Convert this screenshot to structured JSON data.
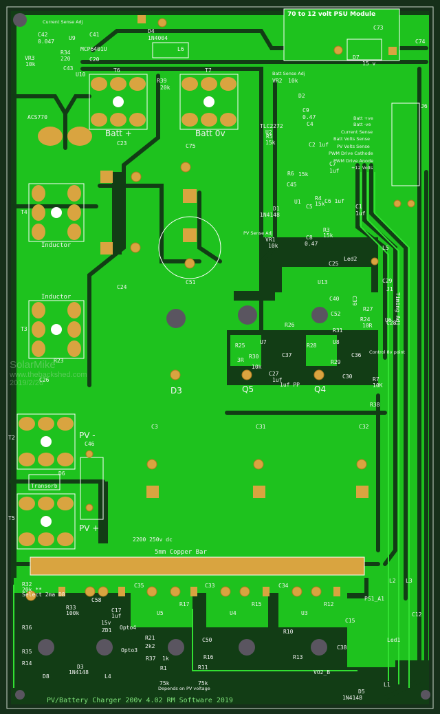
{
  "title": "PV/Battery Charger 200v 4.02 RM Software 2019",
  "psu_module": "70 to 12 volt PSU Module",
  "watermark": [
    "SolarMike",
    "www.thebackshed.com",
    "2019/2/26"
  ],
  "colors": {
    "board": "#1ec21e",
    "dark_copper": "#123d15",
    "pad": "#d9a440",
    "silkscreen": "#ffffff",
    "outside": "#16301a"
  },
  "labels": [
    "Current Sense Adj",
    "C42",
    "0.047",
    "U9",
    "C41",
    "MCP6401U",
    "VR3",
    "10k",
    "R34",
    "220",
    "C20",
    "C43",
    "U10",
    "ACS770",
    "T6",
    "Batt +",
    "C23",
    "D4",
    "1N4004",
    "L6",
    "R39",
    "20k",
    "T7",
    "Batt 0v",
    "C75",
    "C73",
    "D7",
    "15 v",
    "C74",
    "Batt Sense Adj",
    "VR2",
    "10k",
    "D2",
    "C9",
    "0.47",
    "TLC2272",
    "U2",
    "C4",
    "R5",
    "15k",
    "C2 1uf",
    "C7",
    "1uf",
    "R6",
    "15k",
    "C45",
    "Batt +ve",
    "Batt -ve",
    "Current Sense",
    "Batt Volts Sense",
    "PV Volts Sense",
    "PWM Drive Cathode",
    "PWM Drive Anode",
    "+12 Volts",
    "J6",
    "U1",
    "D1",
    "1N4148",
    "C5",
    "R4",
    "15k",
    "C6 1uf",
    "C1",
    "1uf",
    "R3",
    "15k",
    "PV Sense Adj",
    "VR1",
    "10k",
    "C8",
    "0.47",
    "C51",
    "C24",
    "Inductor",
    "T4",
    "Inductor",
    "T3",
    "L5",
    "Led2",
    "C25",
    "U13",
    "C29",
    "J1",
    "Timing Adj",
    "C40",
    "C39",
    "R27",
    "C52",
    "R24",
    "10R",
    "U6",
    "C28",
    "R31",
    "R26",
    "U7",
    "U8",
    "R25",
    "R28",
    "3R",
    "R30",
    "10k",
    "C37",
    "R29",
    "C36",
    "Control 8v point",
    "C27",
    "1uf",
    "1uf PP",
    "C30",
    "Q5",
    "Q4",
    "D3",
    "R23",
    "C26",
    "R7",
    "10K",
    "R38",
    "T2",
    "PV -",
    "C46",
    "C3",
    "C31",
    "C32",
    "D6",
    "Transorb",
    "T5",
    "PV +",
    "2200 250v dc",
    "5mm Copper Bar",
    "R32",
    "20k **",
    "Select 2ma D8",
    "R36",
    "R35",
    "R14",
    "D8",
    "R33",
    "100k",
    "C58",
    "C17",
    "1uf",
    "15v",
    "ZD1",
    "Opto4",
    "Opto3",
    "C35",
    "U5",
    "R17",
    "R21",
    "2k2",
    "C50",
    "R37",
    "1k",
    "R16",
    "R1",
    "75k",
    "R11",
    "75k",
    "Depends on PV voltage",
    "L4",
    "D3",
    "1N4148",
    "C33",
    "U4",
    "R15",
    "C34",
    "U3",
    "R12",
    "R10",
    "R13",
    "C15",
    "C38",
    "VO2_B",
    "D5",
    "1N4148",
    "PS1_A1",
    "L2",
    "L3",
    "C12",
    "Led1",
    "L1"
  ]
}
